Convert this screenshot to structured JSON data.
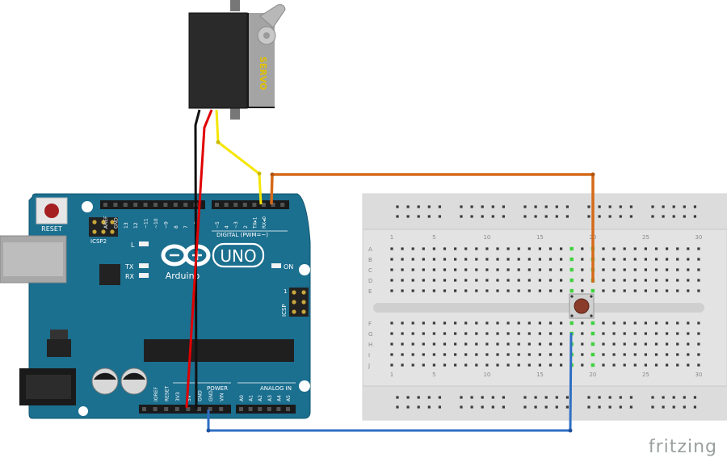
{
  "diagram": {
    "brand": "fritzing",
    "servo": {
      "label": "SERVO",
      "body_color": "#222222",
      "horn_color": "#aaaaaa",
      "label_color": "#e0c000"
    },
    "arduino": {
      "logo_text": "Arduino",
      "model": "UNO",
      "reset_label": "RESET",
      "icsp2_label": "ICSP2",
      "icsp_label": "ICSP",
      "icsp_pin1": "1",
      "led_l": "L",
      "led_tx": "TX",
      "led_rx": "RX",
      "led_on": "ON",
      "digital_label": "DIGITAL (PWM=~)",
      "power_label": "POWER",
      "analog_label": "ANALOG IN",
      "top_pins": [
        "AREF",
        "GND",
        "13",
        "12",
        "~11",
        "~10",
        "~9",
        "8",
        "7",
        "~6",
        "~5",
        "4",
        "~3",
        "2",
        "TX▸1",
        "RX◂0"
      ],
      "power_pins": [
        "IOREF",
        "RESET",
        "3V3",
        "5V",
        "GND",
        "GND",
        "VIN"
      ],
      "analog_pins": [
        "A0",
        "A1",
        "A2",
        "A3",
        "A4",
        "A5"
      ],
      "board_color": "#1b6f8f"
    },
    "breadboard": {
      "row_letters_top": [
        "A",
        "B",
        "C",
        "D",
        "E"
      ],
      "row_letters_bottom": [
        "F",
        "G",
        "H",
        "I",
        "J"
      ],
      "column_numbers": [
        "1",
        "5",
        "10",
        "15",
        "20",
        "25",
        "30"
      ]
    },
    "wires": [
      {
        "name": "servo-signal-wire",
        "color": "#f5e600"
      },
      {
        "name": "servo-power-wire",
        "color": "#e00000"
      },
      {
        "name": "servo-ground-wire",
        "color": "#111111"
      },
      {
        "name": "button-signal-wire",
        "color": "#d46a1a"
      },
      {
        "name": "button-ground-wire",
        "color": "#2e6fc4"
      }
    ]
  }
}
